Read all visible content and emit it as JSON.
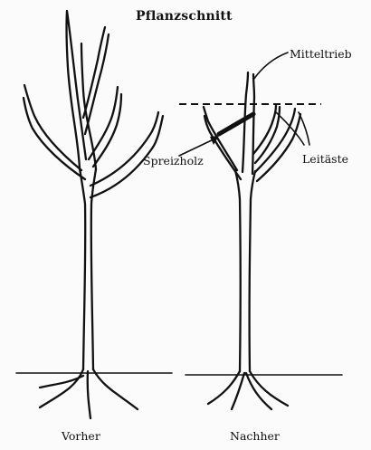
{
  "diagram": {
    "title": "Pflanzschnitt",
    "labels": {
      "mitteltrieb": "Mitteltrieb",
      "spreizholz": "Spreizholz",
      "leitaste": "Leitäste",
      "vorher": "Vorher",
      "nachher": "Nachher"
    }
  }
}
